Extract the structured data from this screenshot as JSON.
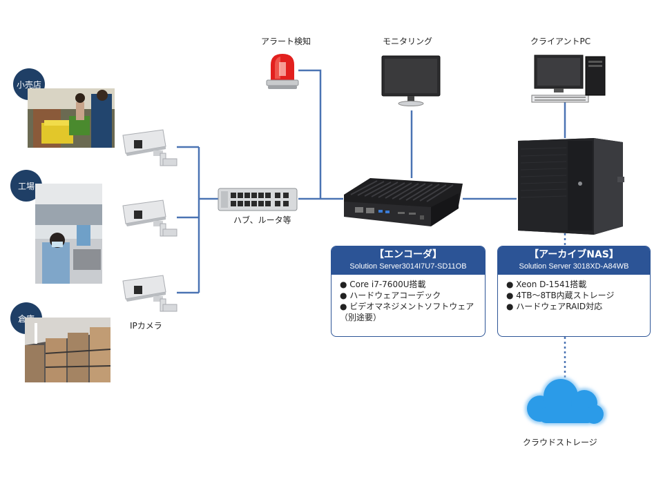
{
  "sites": {
    "retail": "小売店",
    "factory": "工場",
    "warehouse": "倉庫"
  },
  "labels": {
    "ip_camera": "IPカメラ",
    "hub": "ハブ、ルータ等",
    "alert": "アラート検知",
    "monitoring": "モニタリング",
    "client_pc": "クライアントPC",
    "cloud": "クラウドストレージ"
  },
  "encoder": {
    "title": "【エンコーダ】",
    "model": "Solution Server3014I7U7-SD11OB",
    "features": [
      "● Core i7-7600U搭載",
      "● ハードウェアコーデック",
      "● ビデオマネジメントソフトウェア",
      "（別途要）"
    ]
  },
  "nas": {
    "title": "【アーカイブNAS】",
    "model": "Solution Server 3018XD-A84WB",
    "features": [
      "● Xeon D-1541搭載",
      "● 4TB～8TB内蔵ストレージ",
      "● ハードウェアRAID対応"
    ]
  },
  "colors": {
    "line": "#4a73b3",
    "badge": "#1f3f66",
    "card": "#2c5496",
    "cloud": "#2b9be8"
  }
}
